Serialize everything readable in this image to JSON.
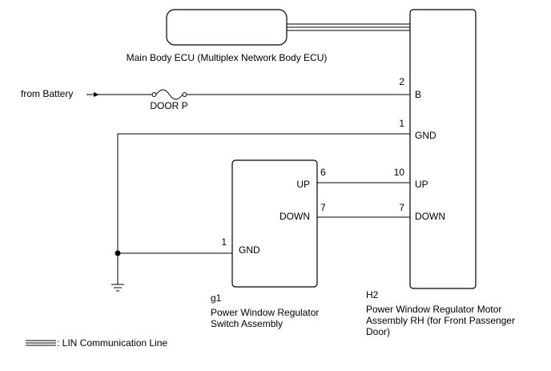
{
  "main_ecu": {
    "label": "Main Body ECU (Multiplex Network Body ECU)"
  },
  "battery": {
    "label": "from Battery",
    "fuse": "DOOR P"
  },
  "motor": {
    "code": "H2",
    "name_lines": [
      "Power Window Regulator Motor",
      "Assembly RH (for Front Passenger",
      "Door)"
    ],
    "pins": [
      {
        "num": "2",
        "name": "B"
      },
      {
        "num": "1",
        "name": "GND"
      },
      {
        "num": "10",
        "name": "UP"
      },
      {
        "num": "7",
        "name": "DOWN"
      }
    ]
  },
  "switch": {
    "code": "g1",
    "name_lines": [
      "Power Window Regulator",
      "Switch Assembly"
    ],
    "pins": [
      {
        "num": "6",
        "name": "UP"
      },
      {
        "num": "7",
        "name": "DOWN"
      },
      {
        "num": "1",
        "name": "GND"
      }
    ]
  },
  "legend": {
    "label": ": LIN Communication Line"
  }
}
